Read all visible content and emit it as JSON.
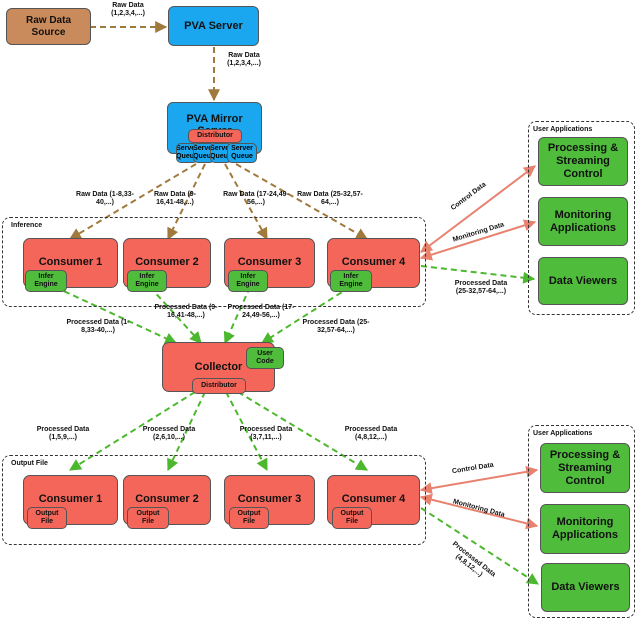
{
  "nodes": {
    "raw_source": "Raw Data Source",
    "pva_server": "PVA Server",
    "mirror_server": "PVA Mirror Server",
    "mirror_distributor": "Distributor",
    "server_queues": [
      "Server Queue",
      "Server Queue",
      "Server Queue",
      "Server Queue"
    ],
    "consumers_top": [
      "Consumer 1",
      "Consumer 2",
      "Consumer 3",
      "Consumer 4"
    ],
    "infer_engine": "Infer Engine",
    "collector": "Collector",
    "user_code": "User Code",
    "collector_distributor": "Distributor",
    "consumers_bottom": [
      "Consumer 1",
      "Consumer 2",
      "Consumer 3",
      "Consumer 4"
    ],
    "output_file": "Output File"
  },
  "groups": {
    "inference": "Inference",
    "output_file": "Output File",
    "user_apps_top": "User Applications",
    "user_apps_bottom": "User Applications"
  },
  "apps_top": [
    "Processing & Streaming Control",
    "Monitoring Applications",
    "Data Viewers"
  ],
  "apps_bottom": [
    "Processing & Streaming Control",
    "Monitoring Applications",
    "Data Viewers"
  ],
  "edge_labels": {
    "src_to_pva": "Raw Data (1,2,3,4,...)",
    "pva_to_mirror": "Raw Data (1,2,3,4,...)",
    "mirror_to_c": [
      "Raw Data (1-8,33-40,...)",
      "Raw Data (9-16,41-48,...)",
      "Raw Data (17-24,49-56,...)",
      "Raw Data (25-32,57-64,...)"
    ],
    "c_to_collector": [
      "Processed Data (1-8,33-40,...)",
      "Processed Data (9-16,41-48,...)",
      "Processed Data (17-24,49-56,...)",
      "Processed Data (25-32,57-64,...)"
    ],
    "collector_to_c": [
      "Processed Data (1,5,9,...)",
      "Processed Data (2,6,10,...)",
      "Processed Data (3,7,11,...)",
      "Processed Data (4,8,12,...)"
    ],
    "control_top": "Control Data",
    "monitoring_top": "Monitoring Data",
    "processed_top": "Processed Data (25-32,57-64,...)",
    "control_bottom": "Control Data",
    "monitoring_bottom": "Monitoring Data",
    "processed_bottom": "Processed Data (4,8,12,...)"
  },
  "colors": {
    "raw_flow": "#a07a3c",
    "processed_flow": "#4cb82e",
    "control_flow": "#e8826f"
  }
}
